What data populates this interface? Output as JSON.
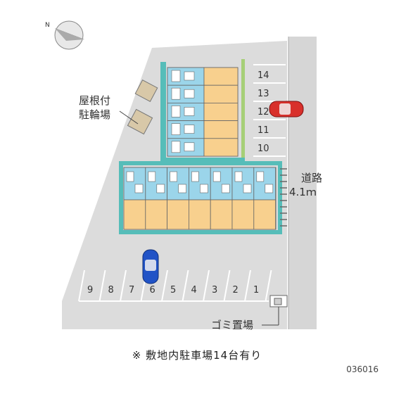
{
  "colors": {
    "lot": "#dcdcdc",
    "road": "#d6d6d6",
    "building": "#fbe1b2",
    "building_alt": "#f8d08e",
    "wall": "#56bdb9",
    "stair": "#9bd5ea",
    "stripe": "#666666",
    "green": "#9ccc65"
  },
  "compass": {
    "label": "N"
  },
  "road": {
    "line1": "道路",
    "line2": "4.1ｍ"
  },
  "bike_parking": {
    "line1": "屋根付",
    "line2": "駐輪場"
  },
  "garbage": {
    "label": "ゴミ置場"
  },
  "parking_right": [
    "14",
    "13",
    "12",
    "11",
    "10"
  ],
  "parking_bottom": [
    "9",
    "8",
    "7",
    "6",
    "5",
    "4",
    "3",
    "2",
    "1"
  ],
  "note": "※ 敷地内駐車場14台有り",
  "code": "036016",
  "cars": [
    {
      "name": "red-car",
      "slot": "12",
      "color": "#d8302b"
    },
    {
      "name": "blue-car",
      "slot": "6",
      "color": "#2153c6"
    }
  ]
}
